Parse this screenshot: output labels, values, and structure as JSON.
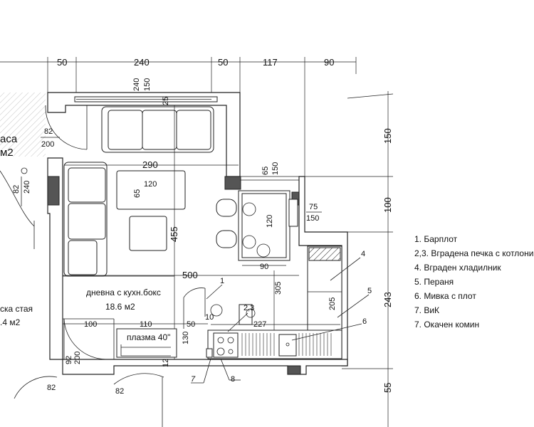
{
  "dimensions": {
    "top": [
      "50",
      "240",
      "50",
      "117",
      "90"
    ],
    "wall_240": "240",
    "wall_150": "150",
    "wall_25": "25",
    "door_82_top": "82",
    "door_200_top": "200",
    "left_82": "82",
    "left_240": "240",
    "d290": "290",
    "d120_table": "120",
    "d65_table": "65",
    "d65_col": "65",
    "d150_col": "150",
    "d455": "455",
    "d120_bar": "120",
    "d90_bar": "90",
    "d75": "75",
    "d150_b": "150",
    "d500": "500",
    "d305": "305",
    "d100": "100",
    "d110": "110",
    "d10": "10",
    "d50": "50",
    "d130": "130",
    "d227": "227",
    "d205": "205",
    "d92": "92",
    "d200_low": "200",
    "d82_low": "82",
    "d82_low2": "82",
    "d12": "12",
    "right": [
      "150",
      "100",
      "243",
      "55"
    ]
  },
  "rooms": {
    "terrace_line1": "аса",
    "terrace_line2": "м2",
    "living_line1": "дневна с кухн.бокс",
    "living_line2": "18.6 м2",
    "bedroom_line1": "ска стая",
    "bedroom_line2": ".4 м2",
    "tv": "плазма 40\""
  },
  "callouts": [
    "1",
    "2,3",
    "4",
    "5",
    "6",
    "7",
    "8"
  ],
  "legend": [
    "1. Барплот",
    "2,3. Вградена печка с котлони",
    "4. Вграден хладилник",
    "5. Пераня",
    "6. Мивка с плот",
    "7. ВиК",
    "7. Окачен комин"
  ]
}
